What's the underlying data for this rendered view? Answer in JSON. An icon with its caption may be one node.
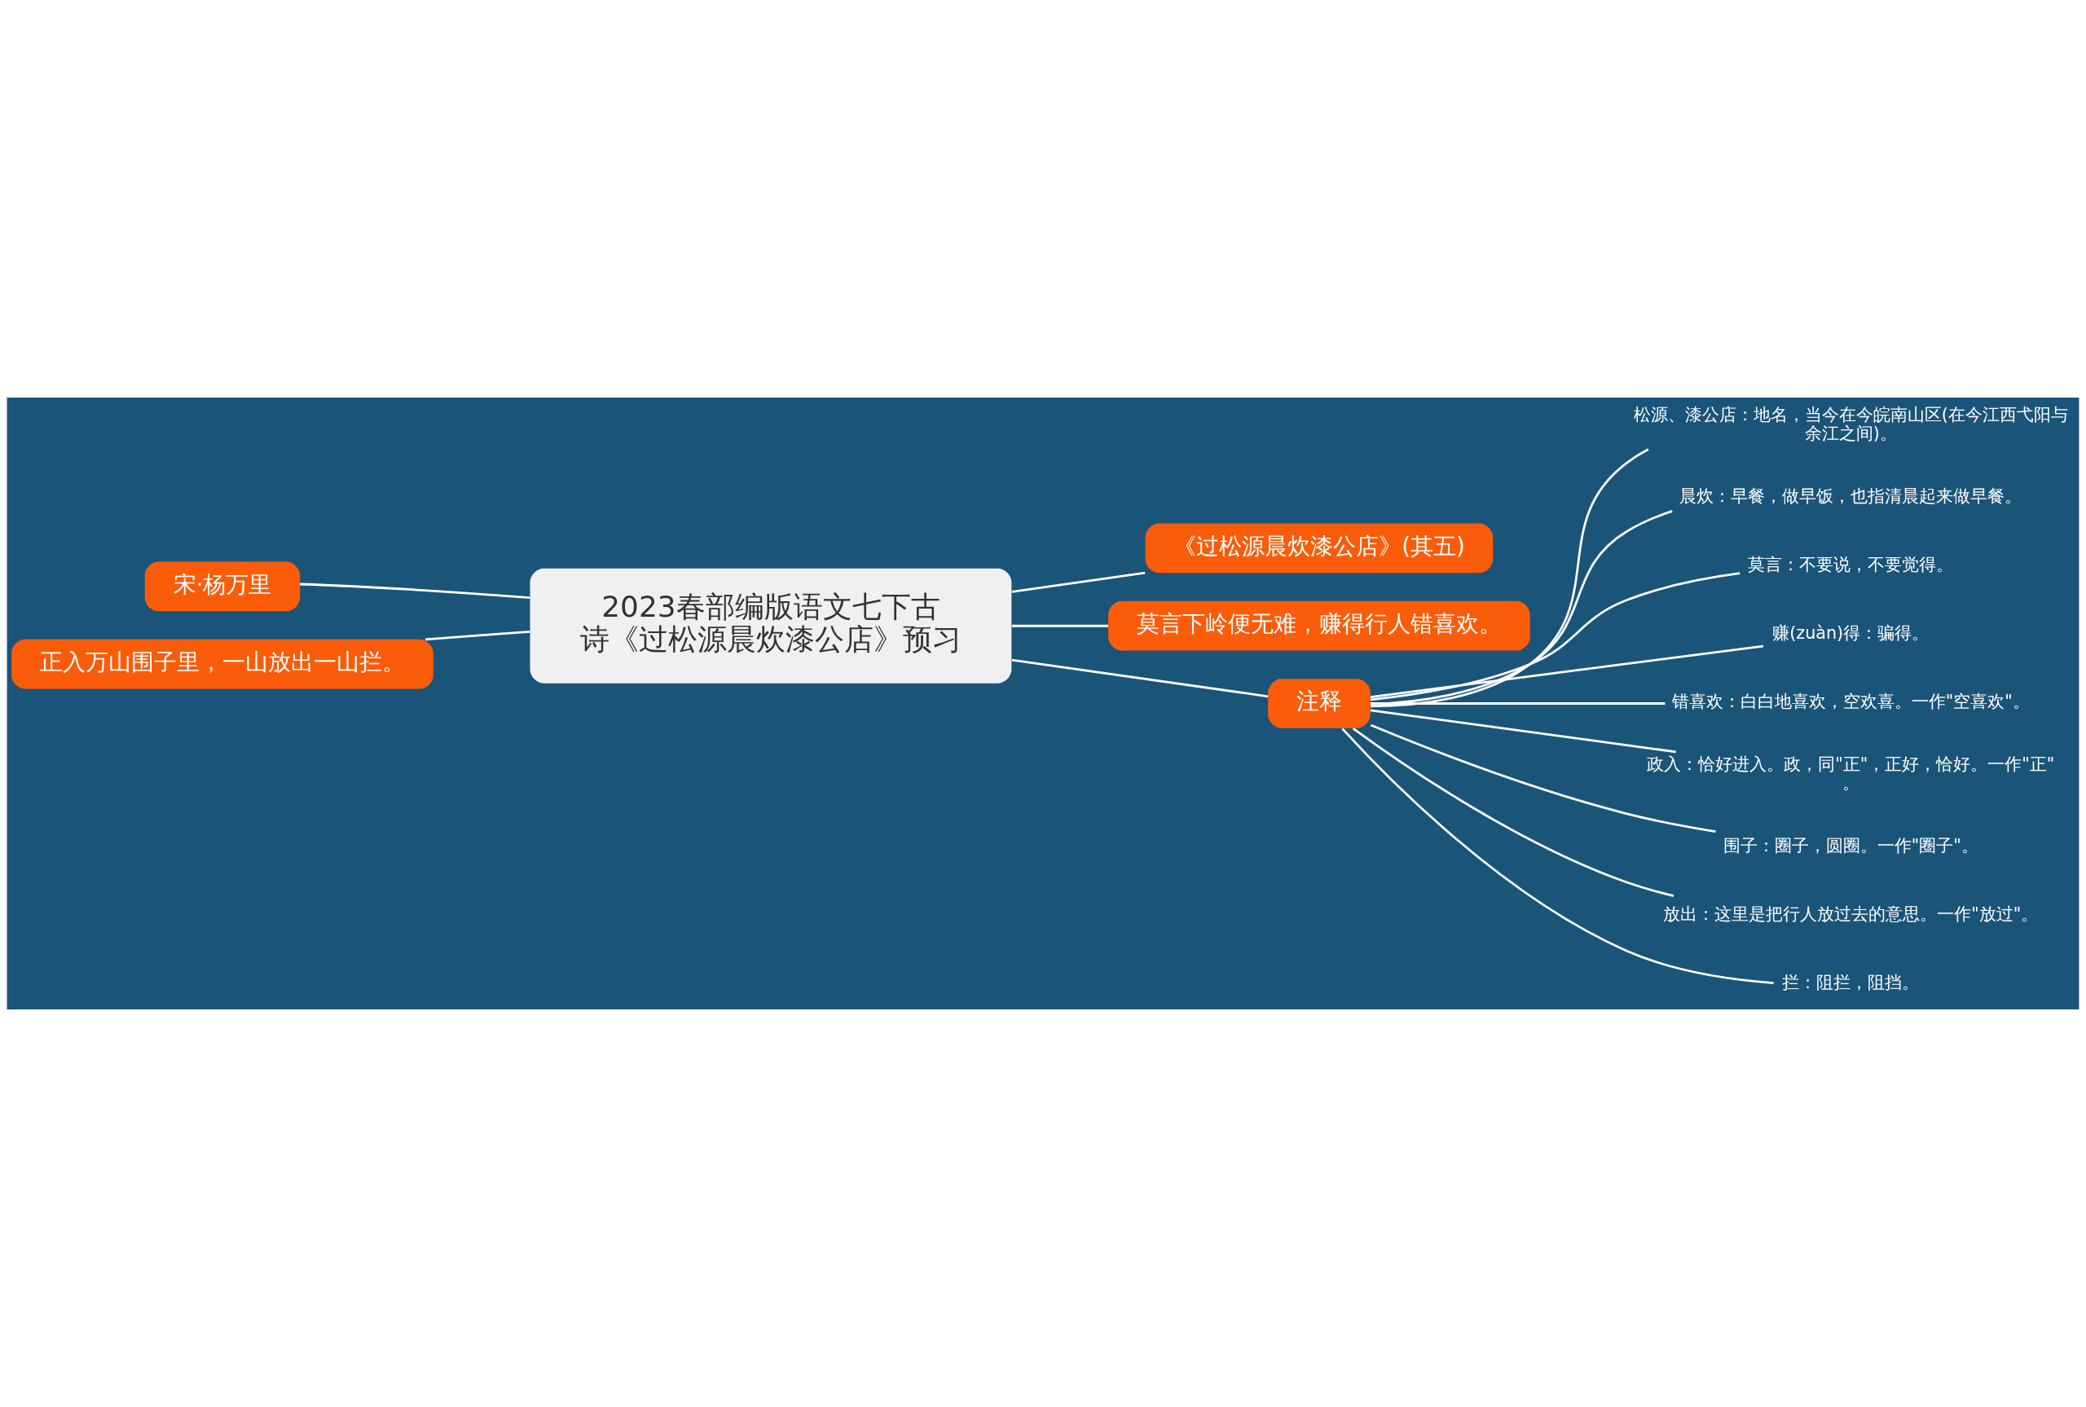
{
  "diagram": {
    "nodes": [
      {
        "text": [
          "2023春部编版语文七下古诗《过松源晨炊漆公店》预习"
        ]
      },
      {
        "text": [
          "《过松源晨炊漆公店》(其五)"
        ]
      },
      {
        "text": [
          "莫言下岭便无难，赚得行人错喜欢。"
        ]
      },
      {
        "text": [
          "宋·杨万里"
        ]
      },
      {
        "text": [
          "正入万山围子里，一山放出一山拦。"
        ]
      },
      {
        "text": [
          "注释"
        ]
      },
      {
        "text": [
          "松源、漆公店：地名，当今在今皖南山区(在今江西弋阳与余江之间)。"
        ]
      },
      {
        "text": [
          "晨炊：早餐，做早饭，也指清晨起来做早餐。"
        ]
      },
      {
        "text": [
          "莫言：不要说，不要觉得。"
        ]
      },
      {
        "text": [
          "赚(zuàn)得：骗得。"
        ]
      },
      {
        "text": [
          "错喜欢：白白地喜欢，空欢喜。一作\"空喜欢\"。"
        ]
      },
      {
        "text": [
          "政入：恰好进入。政，同\"正\"，正好，恰好。一作\"正\"。"
        ]
      },
      {
        "text": [
          "围子：圈子，圆圈。一作\"圈子\"。"
        ]
      },
      {
        "text": [
          "放出：这里是把行人放过去的意思。一作\"放过\"。"
        ]
      },
      {
        "text": [
          "拦：阻拦，阻挡。"
        ]
      }
    ],
    "edges": [
      {
        "from": 0,
        "to": 1,
        "arrow": "none"
      },
      {
        "from": 0,
        "to": 2,
        "arrow": "none"
      },
      {
        "from": 0,
        "to": 3,
        "arrow": "none"
      },
      {
        "from": 0,
        "to": 4,
        "arrow": "none"
      },
      {
        "from": 0,
        "to": 5,
        "arrow": "none"
      },
      {
        "from": 5,
        "to": 6,
        "arrow": "none"
      },
      {
        "from": 5,
        "to": 7,
        "arrow": "none"
      },
      {
        "from": 5,
        "to": 8,
        "arrow": "none"
      },
      {
        "from": 5,
        "to": 9,
        "arrow": "none"
      },
      {
        "from": 5,
        "to": 10,
        "arrow": "none"
      },
      {
        "from": 5,
        "to": 11,
        "arrow": "none"
      },
      {
        "from": 5,
        "to": 12,
        "arrow": "none"
      },
      {
        "from": 5,
        "to": 13,
        "arrow": "none"
      },
      {
        "from": 5,
        "to": 14,
        "arrow": "none"
      }
    ]
  }
}
